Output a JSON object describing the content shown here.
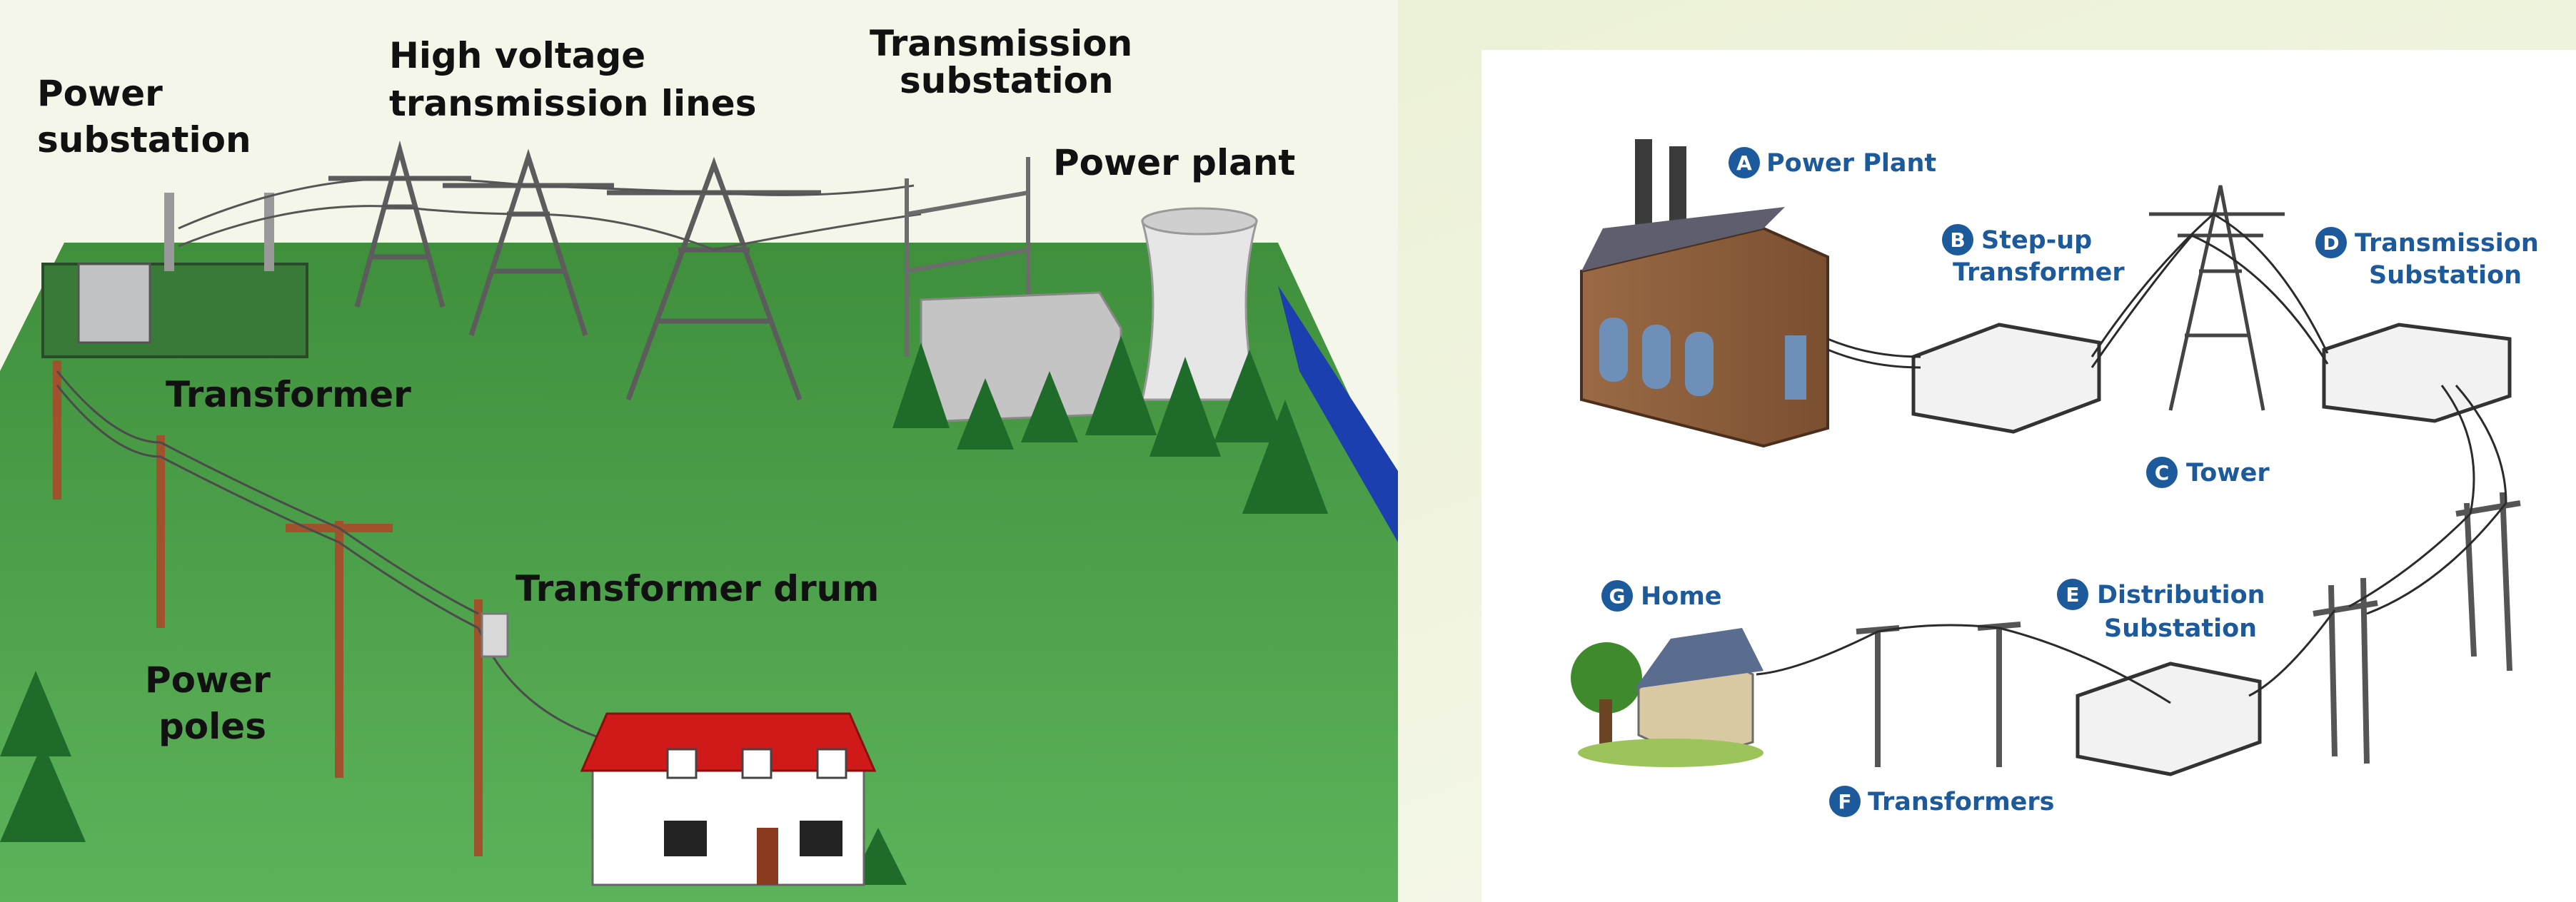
{
  "left_diagram": {
    "labels": {
      "power_substation": [
        "Power",
        "substation"
      ],
      "high_voltage_lines": [
        "High voltage",
        "transmission lines"
      ],
      "transmission_substation": [
        "Transmission",
        "substation"
      ],
      "power_plant": "Power plant",
      "transformer": "Transformer",
      "transformer_drum": "Transformer drum",
      "power_poles": [
        "Power",
        "poles"
      ]
    },
    "colors": {
      "ground": "#4a9a45",
      "water": "#1b3fae",
      "roof": "#d01a1a",
      "trees": "#1e6b2a"
    }
  },
  "right_diagram": {
    "labels": {
      "a": {
        "letter": "A",
        "lines": [
          "Power Plant"
        ]
      },
      "b": {
        "letter": "B",
        "lines": [
          "Step-up",
          "Transformer"
        ]
      },
      "c": {
        "letter": "C",
        "lines": [
          "Tower"
        ]
      },
      "d": {
        "letter": "D",
        "lines": [
          "Transmission",
          "Substation"
        ]
      },
      "e": {
        "letter": "E",
        "lines": [
          "Distribution",
          "Substation"
        ]
      },
      "f": {
        "letter": "F",
        "lines": [
          "Transformers"
        ]
      },
      "g": {
        "letter": "G",
        "lines": [
          "Home"
        ]
      }
    },
    "colors": {
      "label": "#1d5a9b",
      "building": "#8a5a3a"
    }
  }
}
